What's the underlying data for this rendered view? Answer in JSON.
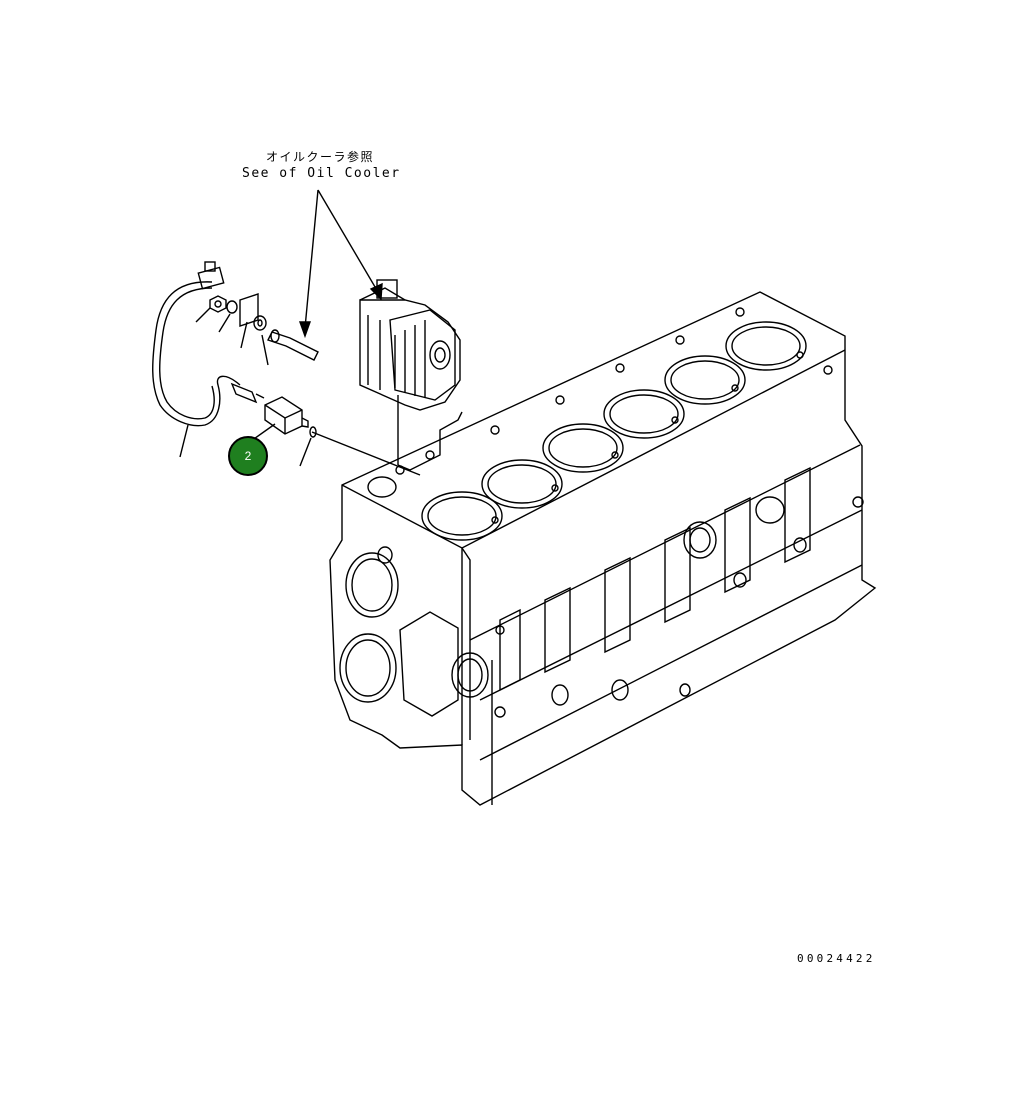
{
  "reference_note": {
    "japanese": "オイルクーラ参照",
    "english": "See of Oil Cooler"
  },
  "callout": {
    "label": "2",
    "color": "#1f7f1f"
  },
  "drawing_number": "00024422"
}
